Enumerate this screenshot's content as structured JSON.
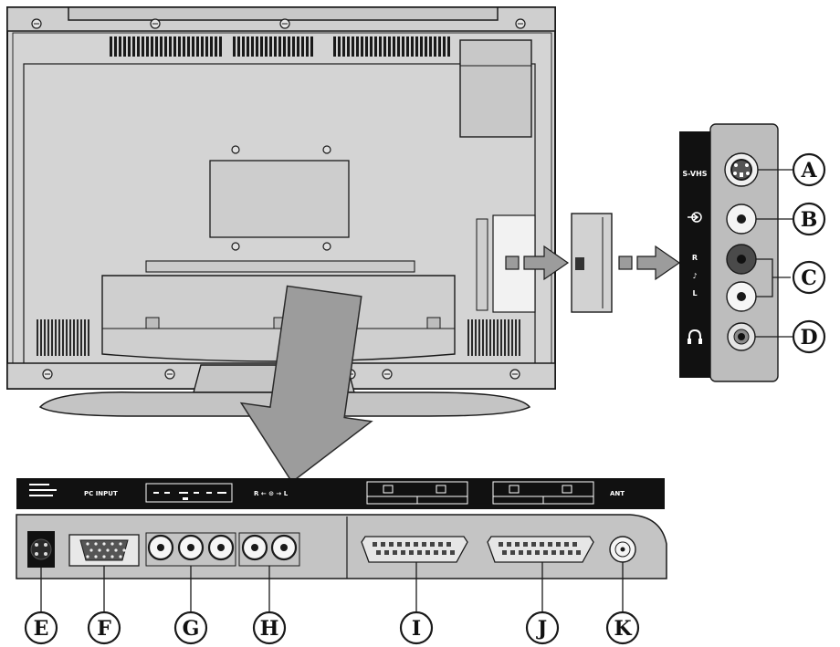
{
  "colors": {
    "tv_body": "#d4d4d4",
    "tv_outline": "#1a1a1a",
    "arrow_fill": "#9c9c9c",
    "strip_black": "#111111",
    "panel_grey": "#c4c4c4",
    "side_panel_bg": "#bdbdbd",
    "jack_red": "#4a4a4a"
  },
  "side_panel": {
    "labels": {
      "svhs": "S-VHS",
      "right": "R",
      "left": "L"
    },
    "icons": [
      "video-in-icon",
      "audio-note-icon",
      "headphone-icon"
    ],
    "connectors": [
      {
        "letter": "A",
        "type": "s-video"
      },
      {
        "letter": "B",
        "type": "rca-video"
      },
      {
        "letter": "C",
        "type": "rca-audio-pair"
      },
      {
        "letter": "D",
        "type": "headphone-jack"
      }
    ]
  },
  "rear_panel": {
    "strip_labels": {
      "pc_input": "PC INPUT",
      "audio_r_l": "R ← ⊙ → L",
      "ant": "ANT"
    },
    "connectors": [
      {
        "letter": "E",
        "type": "power-din"
      },
      {
        "letter": "F",
        "type": "vga"
      },
      {
        "letter": "G",
        "type": "component-rca-triple"
      },
      {
        "letter": "H",
        "type": "audio-rca-pair"
      },
      {
        "letter": "I",
        "type": "scart"
      },
      {
        "letter": "J",
        "type": "scart"
      },
      {
        "letter": "K",
        "type": "antenna"
      }
    ]
  }
}
